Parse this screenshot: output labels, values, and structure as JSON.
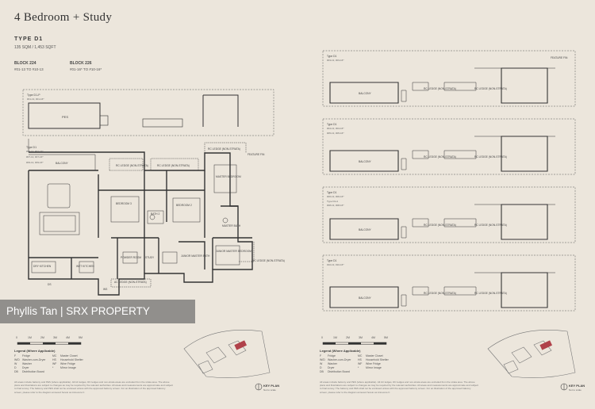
{
  "page": {
    "title": "4 Bedroom + Study",
    "unit_type": "TYPE D1",
    "area": "135 SQM / 1,453 SQFT"
  },
  "blocks": [
    {
      "name": "BLOCK 224",
      "units": "#01-13 TO #10-13"
    },
    {
      "name": "BLOCK 226",
      "units": "#01-16* TO #10-16*"
    }
  ],
  "plan_labels": {
    "d1p_title": "Type D1-P",
    "d1p_units": "#01-13, #01-16*",
    "pes": "PES",
    "d1_title": "Type D1",
    "d1_units_a": "#02-13, #02-16*",
    "d1_units_b": "#07-13, #07-16*",
    "d1_units_c": "#09-13, #09-16*",
    "balcony": "BALCONY",
    "bedroom3": "BEDROOM 3",
    "bedroom2": "BEDROOM 2",
    "bath2": "BATH 2",
    "master_bedroom": "MASTER BEDROOM",
    "master_bath": "MASTER BATH",
    "rc_ledge": "RC LEDGE (NON-STRATA)",
    "ac_ledge": "AC LEDGE (NON-STRATA)",
    "feature_fin": "FEATURE FIN",
    "dry_kitchen": "DRY KITCHEN",
    "wet_kitchen": "WET KITCHEN",
    "powder_room": "POWDER ROOM",
    "study": "STUDY",
    "junior_bath": "JUNIOR MASTER BATH",
    "junior_master": "JUNIOR MASTER BEDROOM",
    "ds": "DS",
    "ws": "WS",
    "ac": "AC"
  },
  "right_panels": [
    {
      "title": "Type D1",
      "units": "#03-13, #03-16*"
    },
    {
      "title": "Type D1",
      "units": "#04-13, #04-16*",
      "units2": "#05-13, #05-16*"
    },
    {
      "title": "Type D1",
      "units": "#06-13, #06-16*",
      "units2": "Type D1-A",
      "units3": "#08-13, #08-16*"
    },
    {
      "title": "Type D1",
      "units": "#10-13, #10-16*"
    }
  ],
  "scale": {
    "ticks": [
      "0",
      "1M",
      "2M",
      "3M",
      "4M",
      "5M"
    ]
  },
  "legend": {
    "title": "Legend (Where Applicable)",
    "items": [
      {
        "code": "F",
        "label": "Fridge"
      },
      {
        "code": "MC",
        "label": "Master Closet"
      },
      {
        "code": "W/D",
        "label": "Washer-cum-Dryer"
      },
      {
        "code": "HS",
        "label": "Household Shelter"
      },
      {
        "code": "W",
        "label": "Washer"
      },
      {
        "code": "WF",
        "label": "Wine Fridge"
      },
      {
        "code": "D",
        "label": "Dryer"
      },
      {
        "code": "*",
        "label": "Mirror Image"
      },
      {
        "code": "DB",
        "label": "Distribution Board"
      }
    ]
  },
  "disclaimer": "All areas include balcony and PES (where applicable). All AC ledges, RC ledges and non-strata areas are excluded from the strata area. The above plans and illustrations are subject to changes as may be required by the relevant authorities. All areas and measurements are approximate and subject to final survey. The balcony and PES shall not be enclosed unless with the approved balcony screen. For an illustration of the approved balcony screen, please refer to the diagram annexed hereto as Annexure F.",
  "keyplan": {
    "label": "KEY PLAN",
    "sub": "Not to scale"
  },
  "watermark": "Phyllis Tan | SRX PROPERTY",
  "colors": {
    "background": "#ece6dc",
    "line": "#3a3a3a",
    "accent": "#b0414a",
    "watermark_bg": "#6e6e6e"
  }
}
